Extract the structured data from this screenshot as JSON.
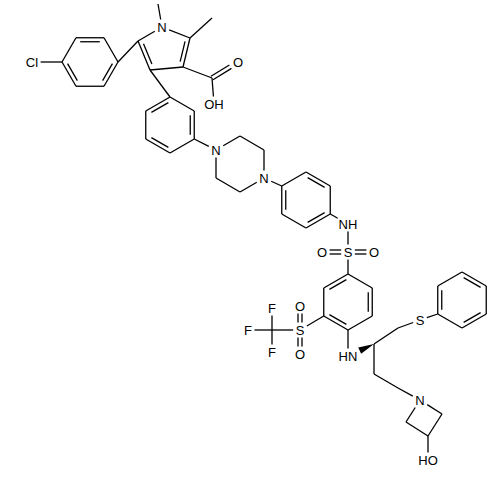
{
  "diagram": {
    "labels": [
      "N",
      "Cl",
      "O",
      "OH",
      "N",
      "N",
      "NH",
      "O",
      "S",
      "O",
      "S",
      "O",
      "O",
      "F",
      "F",
      "F",
      "HN",
      "S",
      "N",
      "HO"
    ]
  }
}
